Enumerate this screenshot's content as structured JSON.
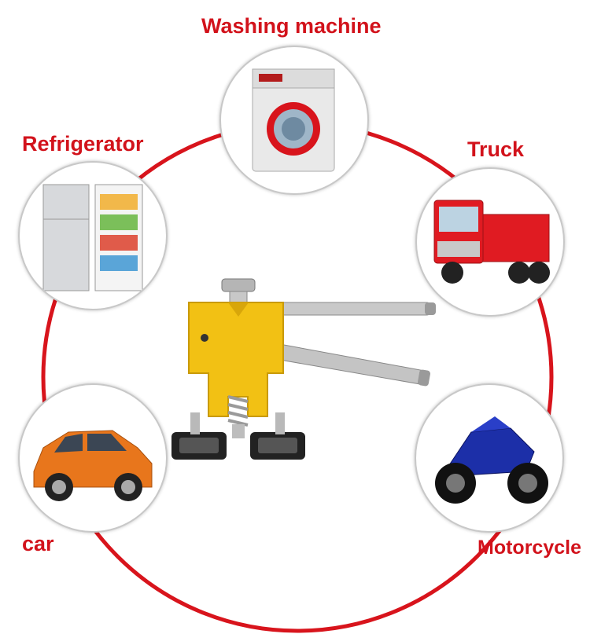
{
  "labels": {
    "washing_machine": "Washing machine",
    "refrigerator": "Refrigerator",
    "truck": "Truck",
    "car": "car",
    "motorcycle": "Motorcycle"
  },
  "colors": {
    "accent_red": "#d2121b",
    "ring_red": "#d8141c",
    "tool_gold": "#f2c114",
    "motorcycle_blue": "#1c2fa8",
    "car_orange": "#e8761c",
    "truck_red": "#e01b22"
  },
  "images": {
    "center": "dent-puller-tool",
    "washing_machine": "washing-machine-photo",
    "refrigerator": "refrigerator-photo",
    "truck": "red-truck-photo",
    "car": "orange-car-photo",
    "motorcycle": "blue-motorcycle-photo"
  }
}
